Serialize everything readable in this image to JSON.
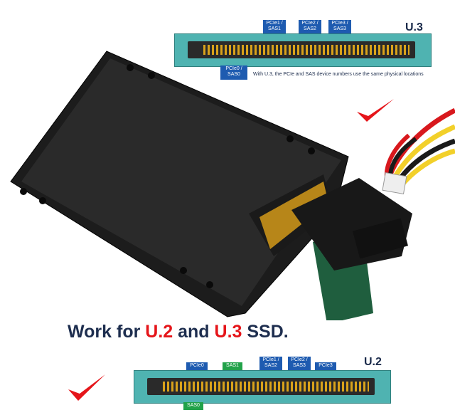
{
  "u3_diagram": {
    "title": "U.3",
    "top_labels": [
      "PCIe1 / SAS1",
      "PCIe2 / SAS2",
      "PCIe3 / SAS3"
    ],
    "bottom_label": "PCIe0 / SAS0",
    "note": "With U.3, the PCIe and SAS device numbers use the same physical locations"
  },
  "u2_diagram": {
    "title": "U.2",
    "top_labels": [
      "PCIe0",
      "SAS1",
      "PCIe1 / SAS2",
      "PCIe2 / SAS3",
      "PCIe3"
    ],
    "bottom_label": "SAS0"
  },
  "headline": {
    "part1": "Work for ",
    "u2": "U.2",
    "mid": " and ",
    "u3": "U.3",
    "part2": " SSD."
  },
  "colors": {
    "connector": "#4fb3b1",
    "pcie_tag": "#1e5bb0",
    "sas_tag": "#22a24a",
    "accent_red": "#e5151a",
    "headline": "#1e2e4f",
    "ssd_body": "#1c1c1c",
    "pins": "#d9a21b"
  },
  "icons": [
    "checkmark-icon"
  ]
}
